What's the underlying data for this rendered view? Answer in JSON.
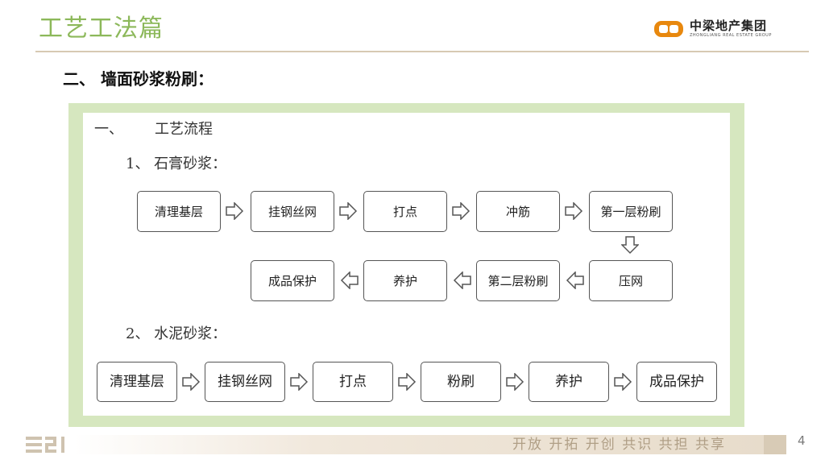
{
  "header": {
    "title": "工艺工法篇",
    "logo_cn": "中梁地产集团",
    "logo_en": "ZHONGLIANG REAL ESTATE GROUP"
  },
  "section_heading": "二、 墙面砂浆粉刷：",
  "content": {
    "heading_num": "一、",
    "heading_text": "工艺流程",
    "sub1": "1、 石膏砂浆：",
    "sub2": "2、 水泥砂浆：",
    "flow1": [
      "清理基层",
      "挂钢丝网",
      "打点",
      "冲筋",
      "第一层粉刷",
      "压网",
      "第二层粉刷",
      "养护",
      "成品保护"
    ],
    "flow2": [
      "清理基层",
      "挂钢丝网",
      "打点",
      "粉刷",
      "养护",
      "成品保护"
    ]
  },
  "footer": {
    "slogan": "开放 开拓 开创 共识 共担 共享",
    "page_number": "4"
  },
  "colors": {
    "title_green": "#8cb85a",
    "panel_green": "#d6e7bf",
    "logo_orange": "#e8880e",
    "footer_tan": "#d8cbb6"
  }
}
